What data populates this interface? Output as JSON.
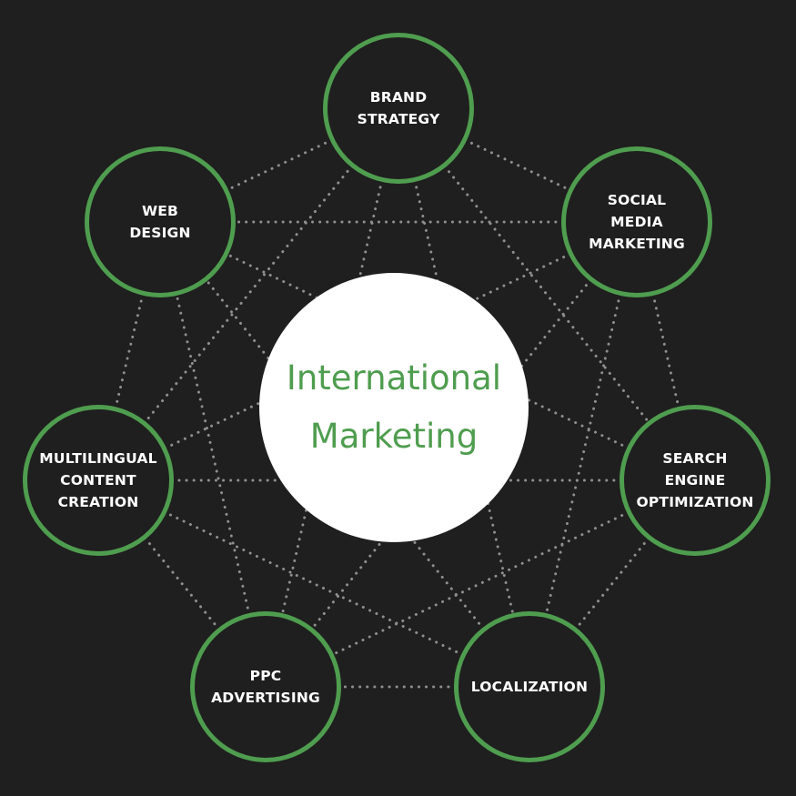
{
  "colors": {
    "background": "#1f1f1f",
    "accent": "#4f9d4f",
    "text": "#ffffff",
    "center_fill": "#ffffff",
    "link": "#8f8f8f"
  },
  "center": {
    "title": "International\nMarketing"
  },
  "nodes": [
    {
      "id": "brand-strategy",
      "label": "BRAND\nSTRATEGY"
    },
    {
      "id": "social-media-marketing",
      "label": "SOCIAL\nMEDIA\nMARKETING"
    },
    {
      "id": "search-engine-optimization",
      "label": "SEARCH\nENGINE\nOPTIMIZATION"
    },
    {
      "id": "localization",
      "label": "LOCALIZATION"
    },
    {
      "id": "ppc-advertising",
      "label": "PPC\nADVERTISING"
    },
    {
      "id": "multilingual-content-creation",
      "label": "MULTILINGUAL\nCONTENT\nCREATION"
    },
    {
      "id": "web-design",
      "label": "WEB\nDESIGN"
    }
  ]
}
